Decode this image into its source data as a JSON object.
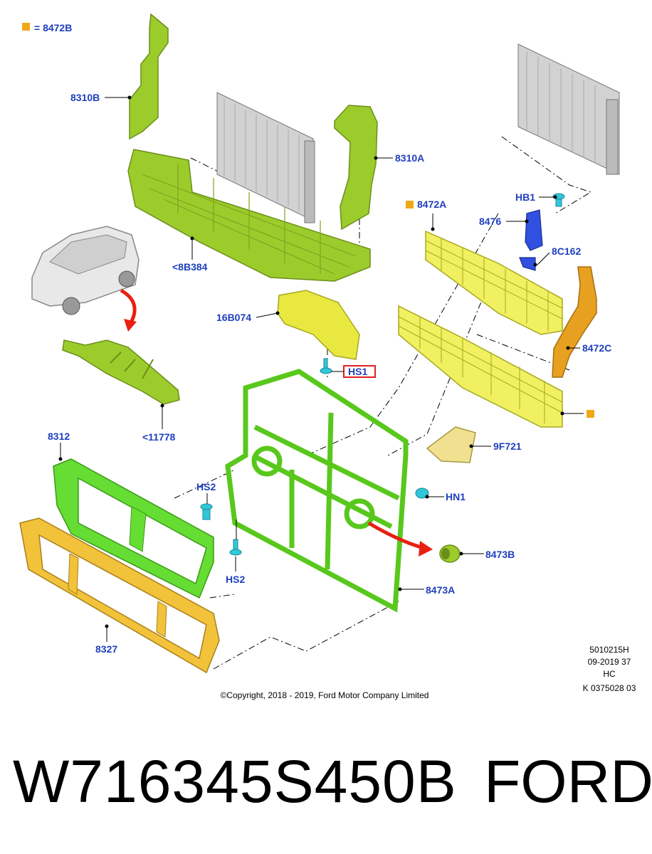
{
  "legend": {
    "symbol_color": "#f0a818",
    "text": "= 8472B"
  },
  "callouts": {
    "c8310B": "8310B",
    "c8310A": "8310A",
    "c8B384": "<8B384",
    "c8472A": "8472A",
    "cHB1": "HB1",
    "c8476": "8476",
    "c8C162": "8C162",
    "c16B074": "16B074",
    "cHS1": "HS1",
    "c8472C": "8472C",
    "c11778": "<11778",
    "c8312": "8312",
    "c9F721": "9F721",
    "cHS2a": "HS2",
    "cHN1": "HN1",
    "c8473B": "8473B",
    "cHS2b": "HS2",
    "c8473A": "8473A",
    "c8327": "8327"
  },
  "copyright": "©Copyright, 2018 - 2019, Ford Motor Company Limited",
  "meta": {
    "line1": "5010215H",
    "line2": "09-2019 37",
    "line3": "HC",
    "line4": "K 0375028 03"
  },
  "footer": {
    "part_number": "W716345S450B",
    "brand": "FORD"
  },
  "colors": {
    "callout": "#1f3fbf",
    "green_part": "#9ccc2c",
    "bright_green": "#66dd33",
    "yellow_part": "#e8e840",
    "orange_part": "#e8a020",
    "gold_part": "#e8b830",
    "blue_part": "#3050e0",
    "cyan_fastener": "#30c8d8",
    "highlight_box": "#e02020",
    "arrow_red": "#e82010"
  }
}
